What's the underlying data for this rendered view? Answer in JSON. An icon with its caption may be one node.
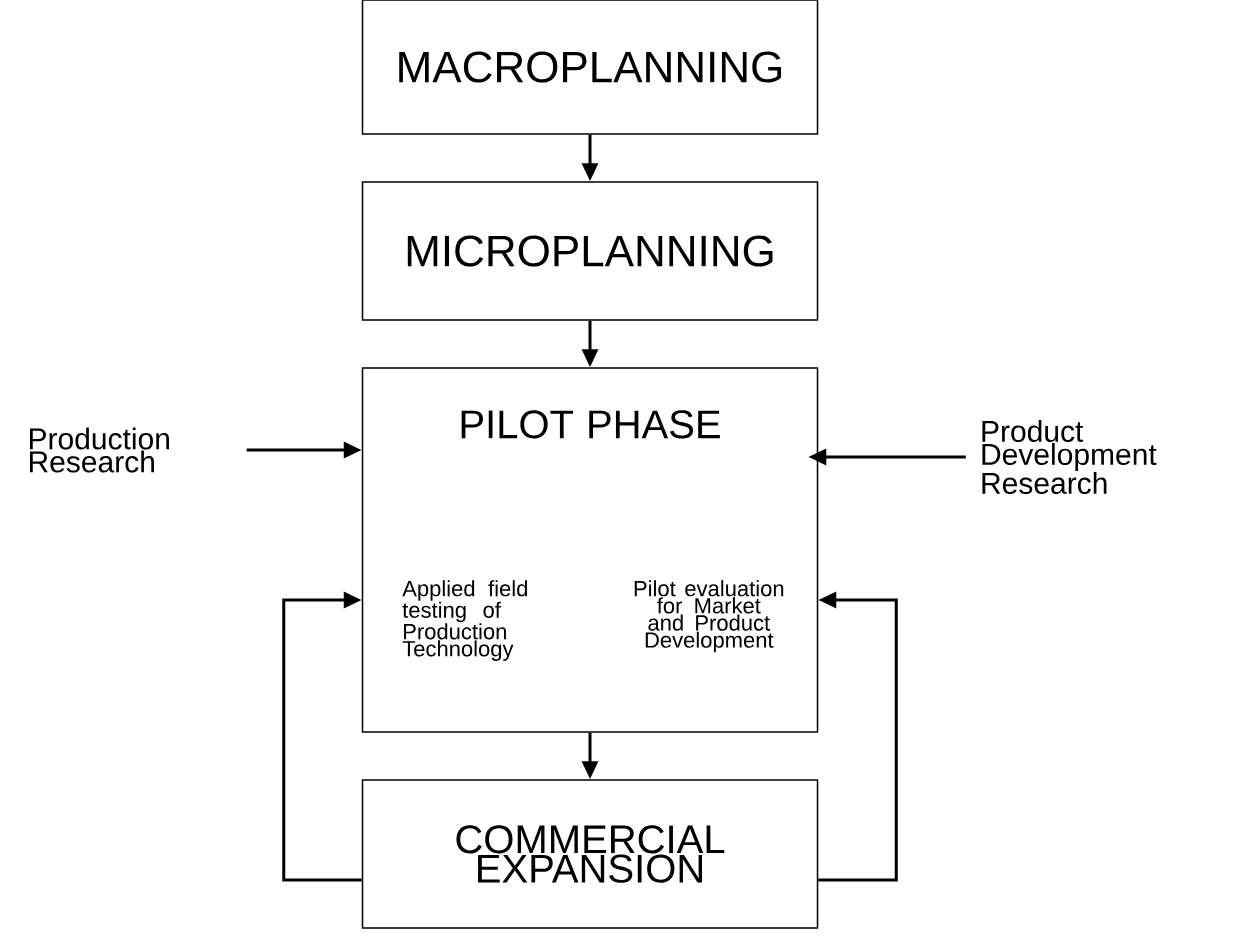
{
  "diagram": {
    "nodes": [
      {
        "text": [
          "MACROPLANNING"
        ]
      },
      {
        "text": [
          "MICROPLANNING"
        ]
      },
      {
        "text": [
          "PILOT PHASE",
          "Applied field testing of Production Technology",
          "Pilot evaluation for Market and Product Development"
        ]
      },
      {
        "text": [
          "COMMERCIAL EXPANSION"
        ]
      },
      {
        "text": [
          "Production Research"
        ]
      },
      {
        "text": [
          "Product Development Research"
        ]
      }
    ],
    "edges": [
      {
        "from": 0,
        "to": 1,
        "arrow": "to"
      },
      {
        "from": 1,
        "to": 2,
        "arrow": "to"
      },
      {
        "from": 2,
        "to": 3,
        "arrow": "to"
      },
      {
        "from": 4,
        "to": 2,
        "arrow": "to"
      },
      {
        "from": 5,
        "to": 2,
        "arrow": "to"
      },
      {
        "from": 3,
        "to": 2,
        "arrow": "to"
      },
      {
        "from": 3,
        "to": 2,
        "arrow": "to"
      }
    ]
  }
}
